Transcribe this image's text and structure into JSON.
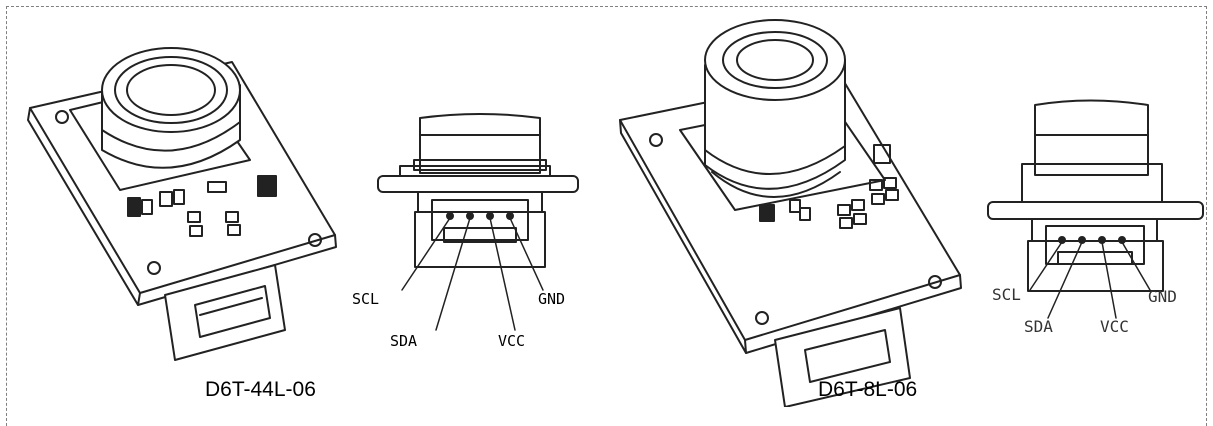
{
  "diagrams": [
    {
      "caption": "D6T-44L-06",
      "pins": {
        "scl": "SCL",
        "sda": "SDA",
        "vcc": "VCC",
        "gnd": "GND"
      }
    },
    {
      "caption": "D6T-8L-06",
      "pins": {
        "scl": "SCL",
        "sda": "SDA",
        "vcc": "VCC",
        "gnd": "GND"
      }
    }
  ]
}
